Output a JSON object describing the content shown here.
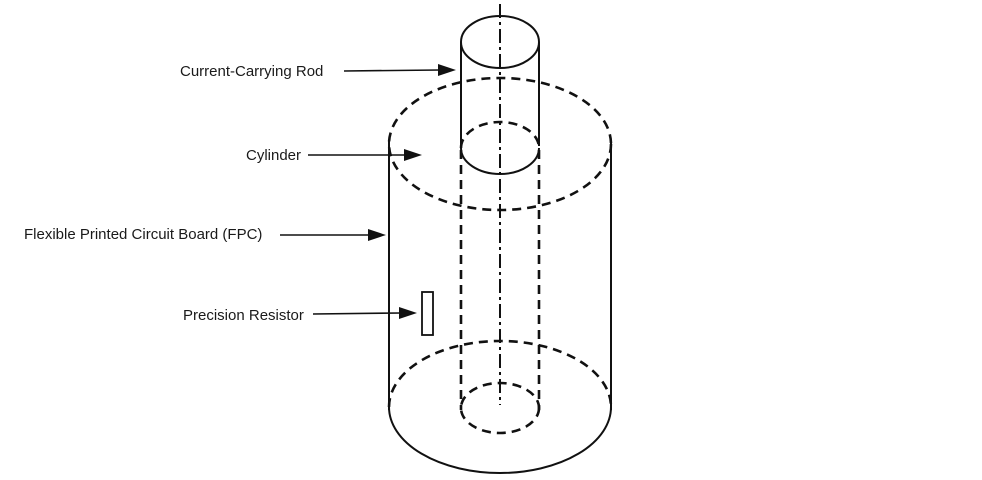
{
  "labels": {
    "rod": "Current-Carrying Rod",
    "cylinder": "Cylinder",
    "fpc": "Flexible Printed Circuit Board (FPC)",
    "resistor": "Precision Resistor"
  }
}
